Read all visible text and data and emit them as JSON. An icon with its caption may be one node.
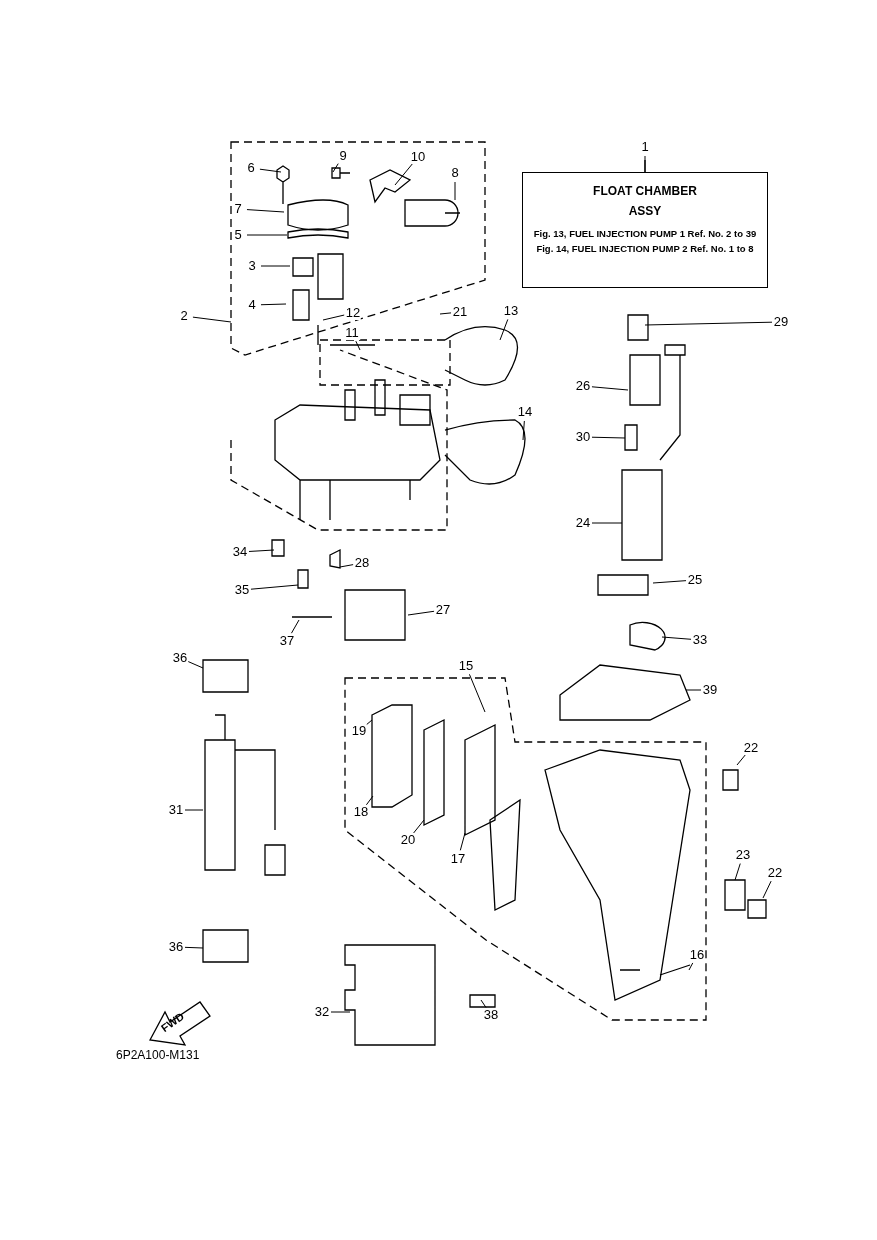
{
  "diagram": {
    "nodes": [
      {
        "text": [
          "FLOAT CHAMBER ASSY",
          "Fig. 13, FUEL INJECTION PUMP 1 Ref. No. 2 to 39",
          "Fig. 14, FUEL INJECTION PUMP 2 Ref. No. 1 to 8"
        ]
      },
      {
        "text": [
          "1"
        ]
      },
      {
        "text": [
          "6"
        ]
      },
      {
        "text": [
          "9"
        ]
      },
      {
        "text": [
          "10"
        ]
      },
      {
        "text": [
          "8"
        ]
      },
      {
        "text": [
          "7"
        ]
      },
      {
        "text": [
          "5"
        ]
      },
      {
        "text": [
          "3"
        ]
      },
      {
        "text": [
          "4"
        ]
      },
      {
        "text": [
          "2"
        ]
      },
      {
        "text": [
          "21"
        ]
      },
      {
        "text": [
          "12"
        ]
      },
      {
        "text": [
          "13"
        ]
      },
      {
        "text": [
          "11"
        ]
      },
      {
        "text": [
          "29"
        ]
      },
      {
        "text": [
          "26"
        ]
      },
      {
        "text": [
          "14"
        ]
      },
      {
        "text": [
          "30"
        ]
      },
      {
        "text": [
          "24"
        ]
      },
      {
        "text": [
          "34"
        ]
      },
      {
        "text": [
          "28"
        ]
      },
      {
        "text": [
          "25"
        ]
      },
      {
        "text": [
          "35"
        ]
      },
      {
        "text": [
          "27"
        ]
      },
      {
        "text": [
          "33"
        ]
      },
      {
        "text": [
          "37"
        ]
      },
      {
        "text": [
          "36"
        ]
      },
      {
        "text": [
          "15"
        ]
      },
      {
        "text": [
          "39"
        ]
      },
      {
        "text": [
          "19"
        ]
      },
      {
        "text": [
          "22"
        ]
      },
      {
        "text": [
          "31"
        ]
      },
      {
        "text": [
          "18"
        ]
      },
      {
        "text": [
          "20"
        ]
      },
      {
        "text": [
          "23"
        ]
      },
      {
        "text": [
          "17"
        ]
      },
      {
        "text": [
          "22"
        ]
      },
      {
        "text": [
          "36"
        ]
      },
      {
        "text": [
          "16"
        ]
      },
      {
        "text": [
          "32"
        ]
      },
      {
        "text": [
          "38"
        ]
      }
    ],
    "edges": [
      {
        "from": 1,
        "to": 0,
        "arrow": "none"
      },
      {
        "from": 2,
        "to": null,
        "arrow": "none"
      },
      {
        "from": 3,
        "to": null,
        "arrow": "none"
      },
      {
        "from": 4,
        "to": null,
        "arrow": "none"
      },
      {
        "from": 5,
        "to": null,
        "arrow": "none"
      },
      {
        "from": 6,
        "to": null,
        "arrow": "none"
      },
      {
        "from": 7,
        "to": null,
        "arrow": "none"
      },
      {
        "from": 8,
        "to": null,
        "arrow": "none"
      },
      {
        "from": 9,
        "to": null,
        "arrow": "none"
      },
      {
        "from": 10,
        "to": null,
        "arrow": "none"
      },
      {
        "from": 11,
        "to": null,
        "arrow": "none"
      },
      {
        "from": 12,
        "to": null,
        "arrow": "none"
      },
      {
        "from": 13,
        "to": null,
        "arrow": "none"
      },
      {
        "from": 14,
        "to": null,
        "arrow": "none"
      },
      {
        "from": 15,
        "to": null,
        "arrow": "none"
      },
      {
        "from": 16,
        "to": null,
        "arrow": "none"
      },
      {
        "from": 17,
        "to": null,
        "arrow": "none"
      },
      {
        "from": 18,
        "to": null,
        "arrow": "none"
      },
      {
        "from": 19,
        "to": null,
        "arrow": "none"
      },
      {
        "from": 20,
        "to": null,
        "arrow": "none"
      },
      {
        "from": 21,
        "to": null,
        "arrow": "none"
      },
      {
        "from": 22,
        "to": null,
        "arrow": "none"
      },
      {
        "from": 23,
        "to": null,
        "arrow": "none"
      },
      {
        "from": 24,
        "to": null,
        "arrow": "none"
      },
      {
        "from": 25,
        "to": null,
        "arrow": "none"
      },
      {
        "from": 26,
        "to": null,
        "arrow": "none"
      },
      {
        "from": 27,
        "to": null,
        "arrow": "none"
      },
      {
        "from": 28,
        "to": null,
        "arrow": "none"
      },
      {
        "from": 29,
        "to": null,
        "arrow": "none"
      },
      {
        "from": 30,
        "to": null,
        "arrow": "none"
      },
      {
        "from": 31,
        "to": null,
        "arrow": "none"
      },
      {
        "from": 32,
        "to": null,
        "arrow": "none"
      },
      {
        "from": 33,
        "to": null,
        "arrow": "none"
      },
      {
        "from": 34,
        "to": null,
        "arrow": "none"
      },
      {
        "from": 35,
        "to": null,
        "arrow": "none"
      },
      {
        "from": 36,
        "to": null,
        "arrow": "none"
      },
      {
        "from": 37,
        "to": null,
        "arrow": "none"
      },
      {
        "from": 38,
        "to": null,
        "arrow": "none"
      },
      {
        "from": 39,
        "to": null,
        "arrow": "none"
      },
      {
        "from": 40,
        "to": null,
        "arrow": "none"
      },
      {
        "from": 41,
        "to": null,
        "arrow": "none"
      }
    ],
    "labels": [
      "FWD",
      "6P2A100-M131"
    ]
  }
}
